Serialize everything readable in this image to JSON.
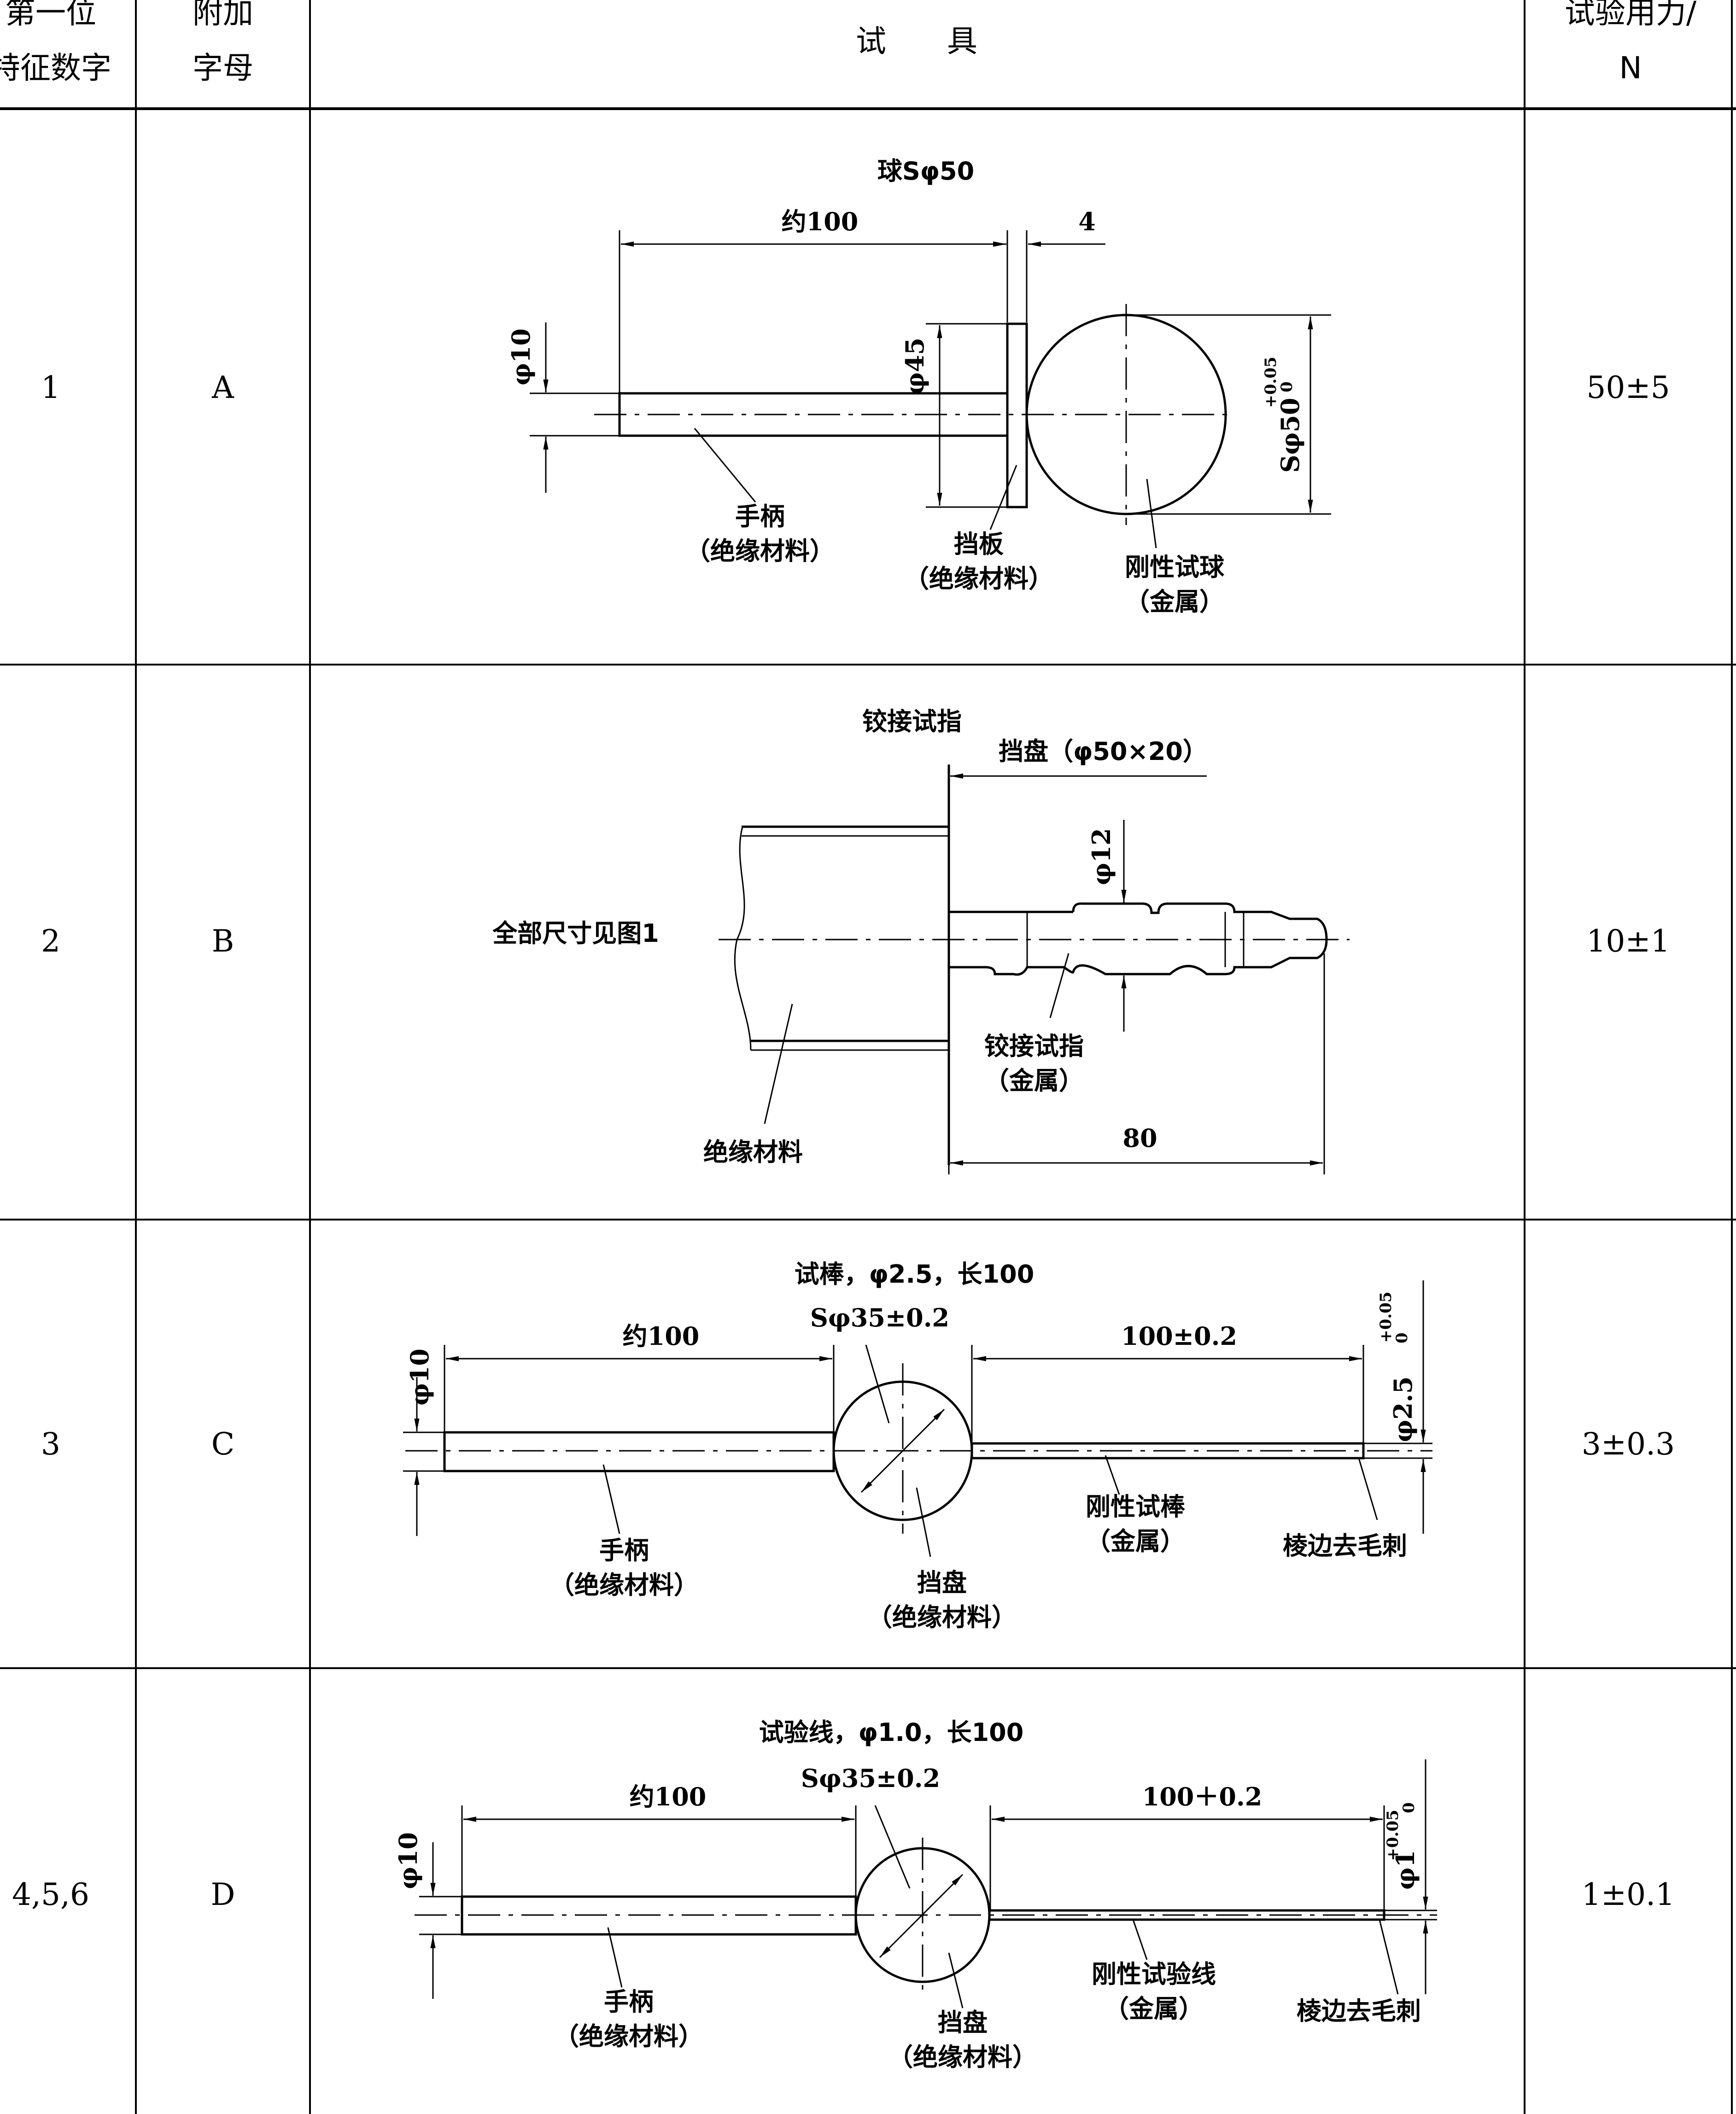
{
  "table": {
    "headers": {
      "col1_line1": "第一位",
      "col1_line2": "特征数字",
      "col2_line1": "附加",
      "col2_line2": "字母",
      "col3": "试　　具",
      "col4_line1": "试验用力/",
      "col4_line2": "N"
    },
    "rows": [
      {
        "digit": "1",
        "letter": "A",
        "force": "50±5"
      },
      {
        "digit": "2",
        "letter": "B",
        "force": "10±1"
      },
      {
        "digit": "3",
        "letter": "C",
        "force": "3±0.3"
      },
      {
        "digit": "4,5,6",
        "letter": "D",
        "force": "1±0.1"
      }
    ]
  },
  "probe_a": {
    "title": "球Sφ50",
    "dim_handle_length": "约100",
    "dim_plate_thickness": "4",
    "dim_handle_dia": "φ10",
    "dim_plate_dia": "φ45",
    "dim_ball_dia": "Sφ50",
    "tol_upper": "+0.05",
    "tol_lower": "0",
    "handle_label": "手柄",
    "handle_material": "（绝缘材料）",
    "plate_label": "挡板",
    "plate_material": "（绝缘材料）",
    "ball_label": "刚性试球",
    "ball_material": "（金属）"
  },
  "probe_b": {
    "title": "铰接试指",
    "stop_label": "挡盘（φ50×20）",
    "ref_note": "全部尺寸见图1",
    "dim_finger_dia": "φ12",
    "finger_label": "铰接试指",
    "finger_material": "（金属）",
    "insulation_label": "绝缘材料",
    "dim_length": "80"
  },
  "probe_c": {
    "title": "试棒，φ2.5，长100",
    "dim_sphere": "Sφ35±0.2",
    "dim_handle_length": "约100",
    "dim_rod_length": "100±0.2",
    "dim_handle_dia": "φ10",
    "dim_rod_dia": "φ2.5",
    "tol_upper": "+0.05",
    "tol_lower": "0",
    "handle_label": "手柄",
    "handle_material": "（绝缘材料）",
    "rod_label": "刚性试棒",
    "rod_material": "（金属）",
    "edge_note": "棱边去毛刺",
    "stop_label": "挡盘",
    "stop_material": "（绝缘材料）"
  },
  "probe_d": {
    "title": "试验线，φ1.0，长100",
    "dim_sphere": "Sφ35±0.2",
    "dim_handle_length": "约100",
    "dim_wire_length": "100＋0.2",
    "dim_handle_dia": "φ10",
    "dim_wire_dia": "φ1",
    "tol_upper": "+0.05",
    "tol_lower": "0",
    "handle_label": "手柄",
    "handle_material": "（绝缘材料）",
    "wire_label": "刚性试验线",
    "wire_material": "（金属）",
    "edge_note": "棱边去毛刺",
    "stop_label": "挡盘",
    "stop_material": "（绝缘材料）"
  }
}
